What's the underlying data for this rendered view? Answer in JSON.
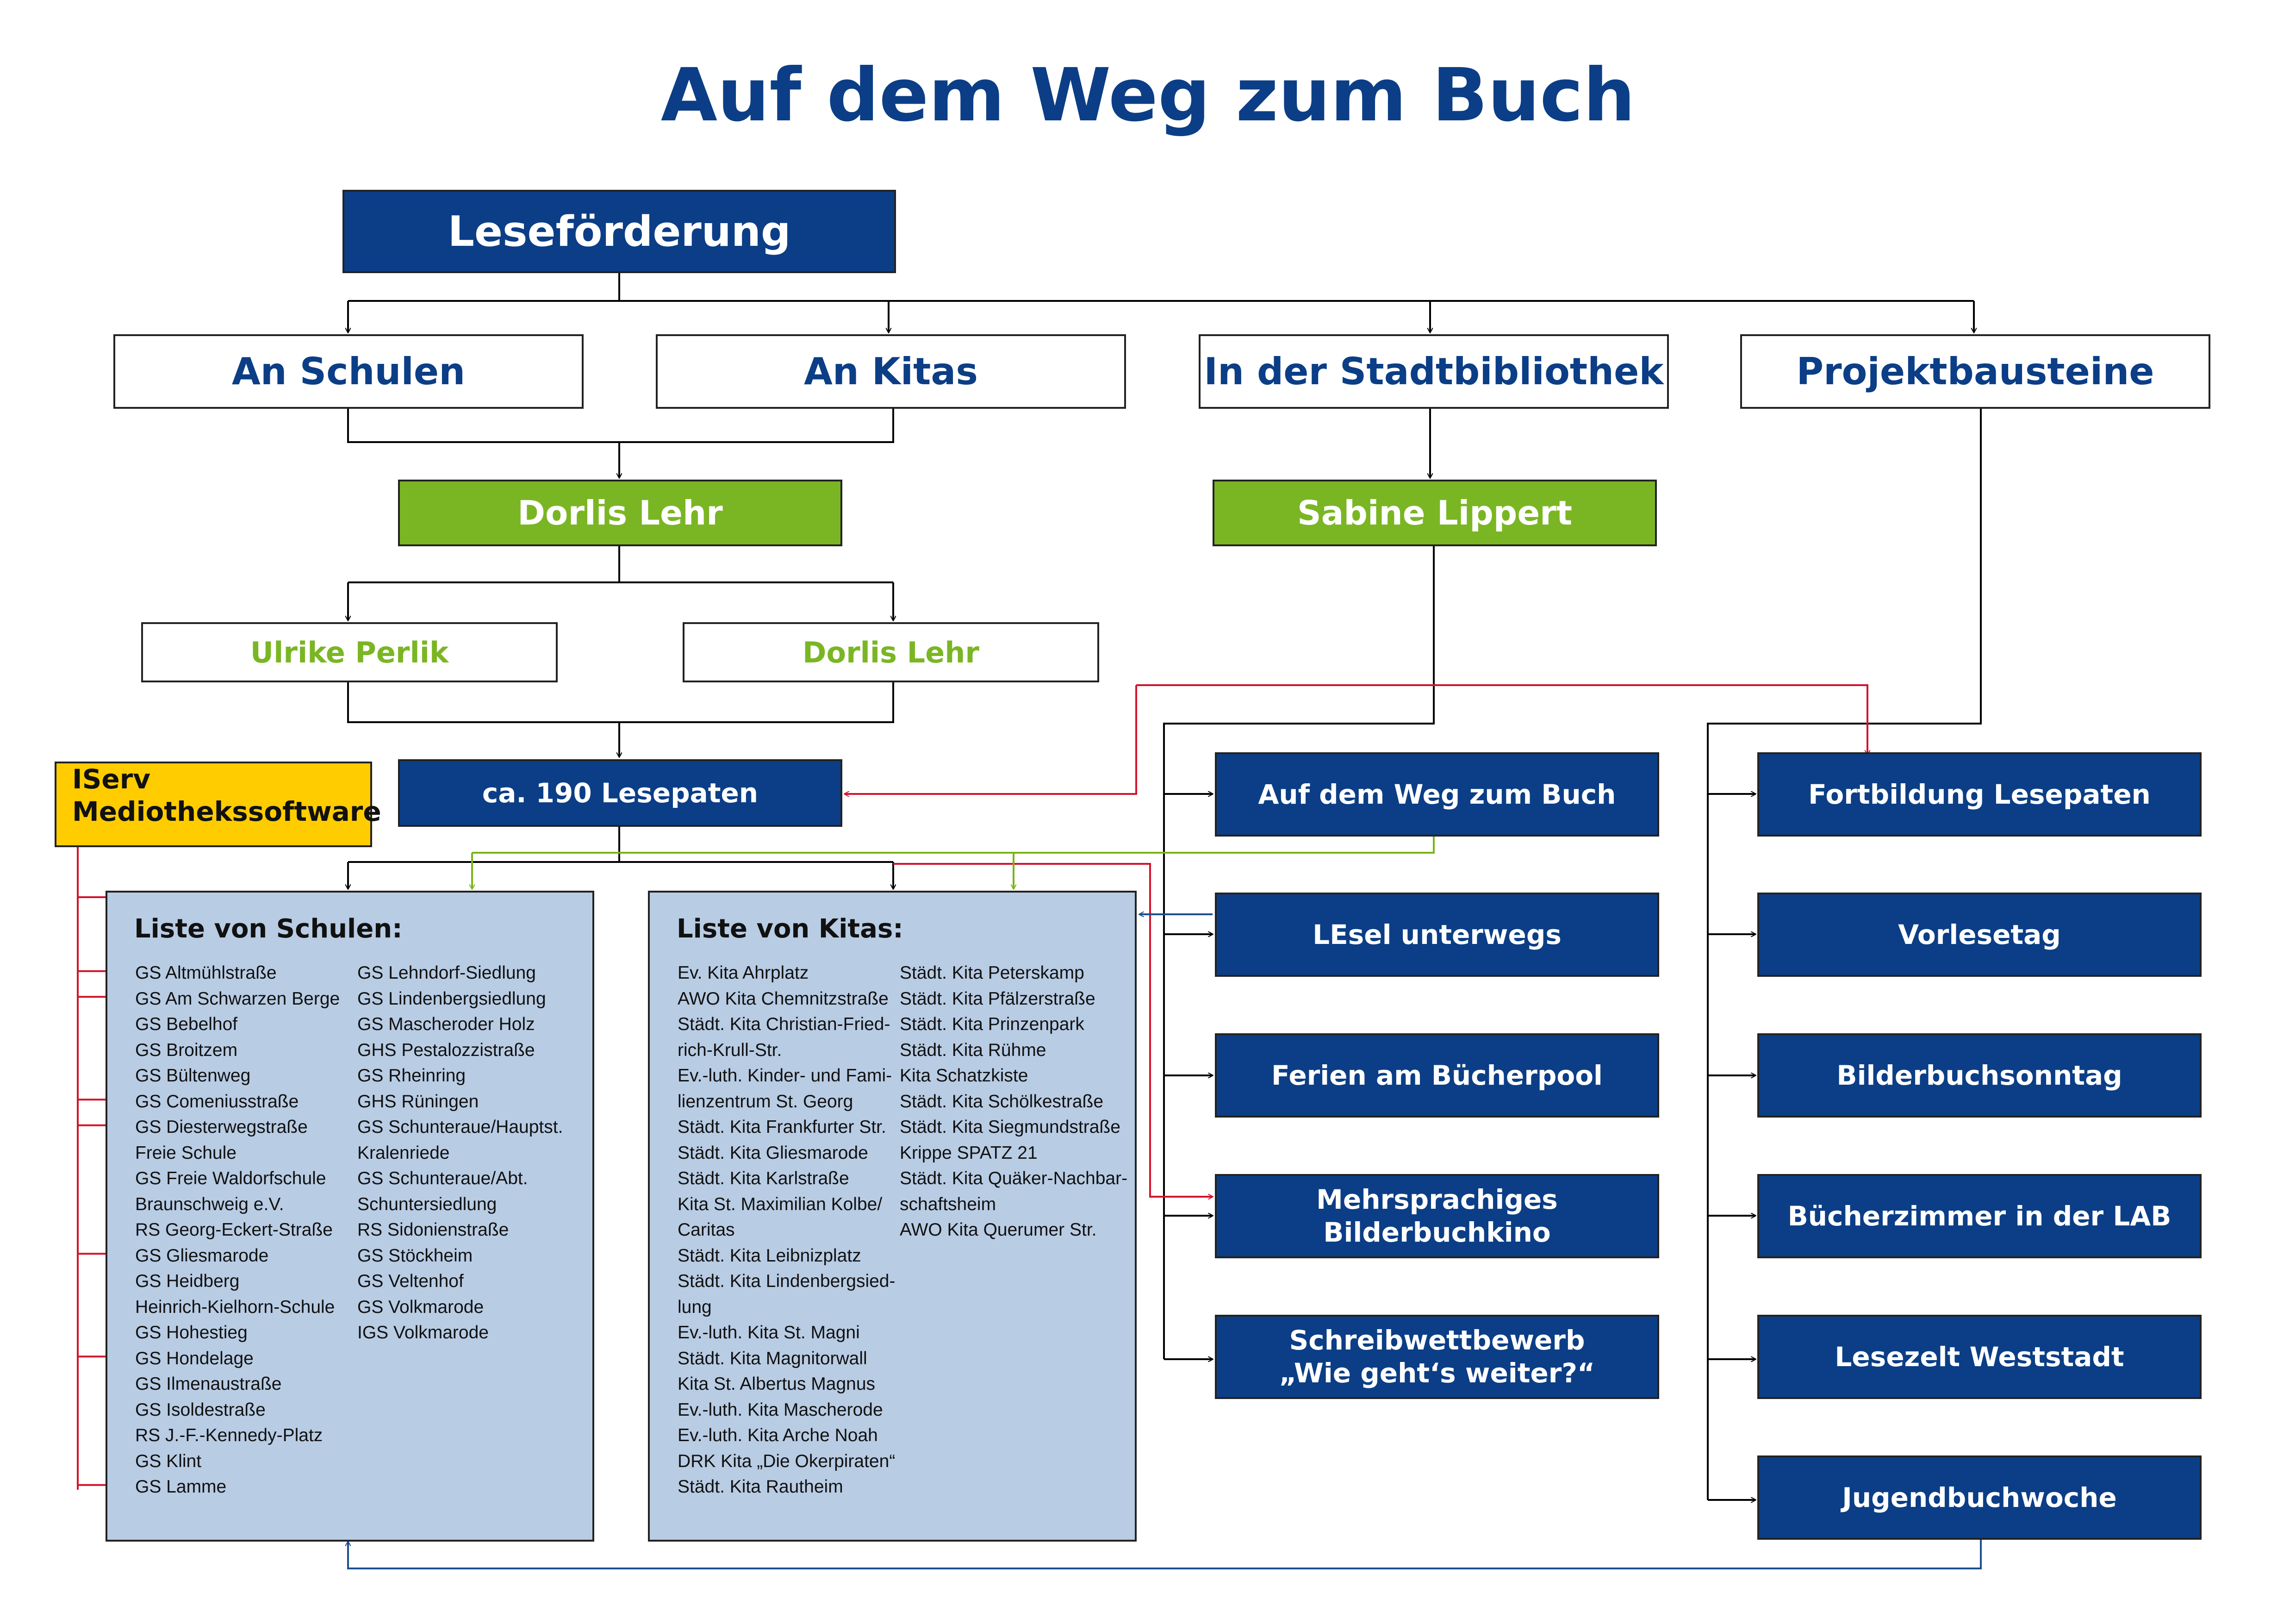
{
  "title": "Auf dem Weg zum Buch",
  "colors": {
    "dark_blue": "#0b3e86",
    "green": "#7ab623",
    "yellow": "#ffcc00",
    "light_blue": "#b8cce4",
    "red_connector": "#d3132a",
    "green_connector": "#7ab317",
    "blue_connector": "#1d4f8c"
  },
  "root": "Leseförderung",
  "branches": {
    "schulen": "An Schulen",
    "kitas": "An Kitas",
    "stadtbibliothek": "In der Stadtbibliothek",
    "projektbausteine": "Projektbausteine"
  },
  "people": {
    "dorlis_lehr": "Dorlis Lehr",
    "sabine_lippert": "Sabine Lippert",
    "ulrike_perlik": "Ulrike Perlik",
    "dorlis_lehr_2": "Dorlis Lehr"
  },
  "lesepaten": "ca. 190 Lesepaten",
  "iserv": [
    "IServ",
    "Mediothekssoftware"
  ],
  "stadtbibliothek_items": [
    [
      "Auf dem Weg zum Buch"
    ],
    [
      "LEsel unterwegs"
    ],
    [
      "Ferien am Bücherpool"
    ],
    [
      "Mehrsprachiges",
      "Bilderbuchkino"
    ],
    [
      "Schreibwettbewerb",
      "„Wie geht‘s weiter?“"
    ]
  ],
  "projekt_items": [
    "Fortbildung Lesepaten",
    "Vorlesetag",
    "Bilderbuchsonntag",
    "Bücherzimmer in der LAB",
    "Lesezelt Weststadt",
    "Jugendbuchwoche"
  ],
  "schulen_list": {
    "title": "Liste von Schulen:",
    "col1": [
      "GS Altmühlstraße",
      "GS Am Schwarzen Berge",
      "GS Bebelhof",
      "GS Broitzem",
      "GS Bültenweg",
      "GS Comeniusstraße",
      "GS Diesterwegstraße",
      "Freie Schule",
      "GS Freie Waldorfschule",
      "Braunschweig e.V.",
      "RS Georg-Eckert-Straße",
      "GS Gliesmarode",
      "GS Heidberg",
      "Heinrich-Kielhorn-Schule",
      "GS Hohestieg",
      "GS Hondelage",
      "GS Ilmenaustraße",
      "GS Isoldestraße",
      "RS J.-F.-Kennedy-Platz",
      "GS Klint",
      "GS Lamme"
    ],
    "col2": [
      "GS Lehndorf-Siedlung",
      "GS Lindenbergsiedlung",
      "GS Mascheroder Holz",
      "GHS Pestalozzistraße",
      "GS Rheinring",
      "GHS Rüningen",
      "GS Schunteraue/Hauptst.",
      "Kralenriede",
      "GS Schunteraue/Abt.",
      "Schuntersiedlung",
      "RS Sidonienstraße",
      "GS Stöckheim",
      "GS Veltenhof",
      "GS Volkmarode",
      "IGS Volkmarode"
    ]
  },
  "kitas_list": {
    "title": "Liste von Kitas:",
    "col1": [
      "Ev. Kita Ahrplatz",
      "AWO Kita Chemnitzstraße",
      "Städt. Kita Christian-Fried-",
      "rich-Krull-Str.",
      "Ev.-luth. Kinder- und Fami-",
      "lienzentrum St. Georg",
      "Städt. Kita Frankfurter Str.",
      "Städt. Kita Gliesmarode",
      "Städt. Kita Karlstraße",
      "Kita St. Maximilian Kolbe/",
      "Caritas",
      "Städt. Kita Leibnizplatz",
      "Städt. Kita Lindenbergsied-",
      "lung",
      "Ev.-luth. Kita St. Magni",
      "Städt. Kita Magnitorwall",
      "Kita St. Albertus Magnus",
      "Ev.-luth. Kita Mascherode",
      "Ev.-luth. Kita Arche Noah",
      "DRK Kita „Die Okerpiraten“",
      "Städt. Kita Rautheim"
    ],
    "col2": [
      "Städt. Kita Peterskamp",
      "Städt. Kita Pfälzerstraße",
      "Städt. Kita Prinzenpark",
      "Städt. Kita Rühme",
      "Kita Schatzkiste",
      "Städt. Kita Schölkestraße",
      "Städt. Kita Siegmundstraße",
      "Krippe SPATZ 21",
      "Städt. Kita Quäker-Nachbar-",
      "schaftsheim",
      "AWO Kita Querumer Str."
    ]
  }
}
